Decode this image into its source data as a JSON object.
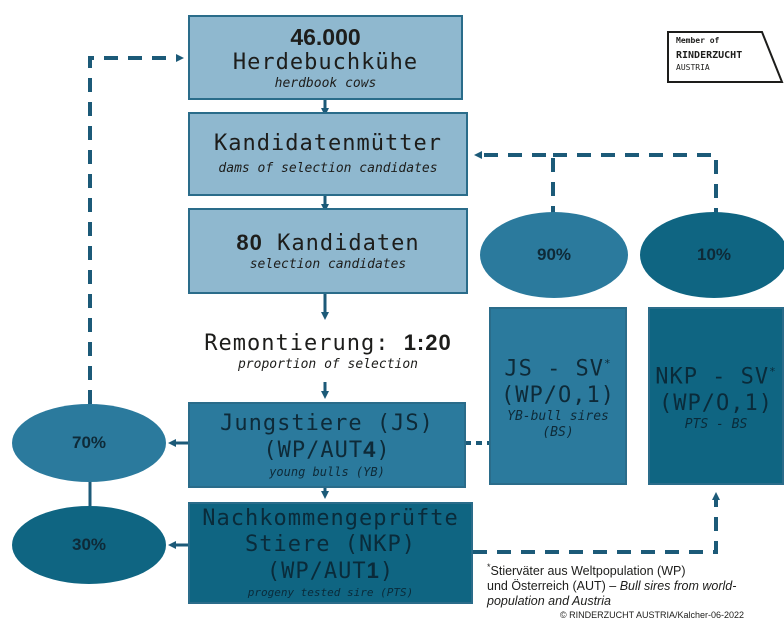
{
  "boxes": {
    "herd": {
      "number": "46.000",
      "main": "Herdebuchkühe",
      "sub": "herdbook cows"
    },
    "dams": {
      "main": "Kandidatenmütter",
      "sub": "dams of selection candidates"
    },
    "candidates": {
      "number": "80",
      "main": "Kandidaten",
      "sub": "selection candidates"
    },
    "js": {
      "main1": "Jungstiere (JS)",
      "main2a": "(WP/AUT",
      "main2b": "4",
      "main2c": ")",
      "sub": "young bulls (YB)"
    },
    "nkp": {
      "main1": "Nachkommengeprüfte",
      "main2": "Stiere (NKP)",
      "main3a": "(WP/AUT",
      "main3b": "1",
      "main3c": ")",
      "sub": "progeny tested sire (PTS)"
    },
    "jssv": {
      "main1": "JS - SV",
      "sup": "*",
      "main2": "(WP/O,1)",
      "sub1": "YB-bull sires",
      "sub2": "(BS)"
    },
    "nkpsv": {
      "main1": "NKP - SV",
      "sup": "*",
      "main2": "(WP/O,1)",
      "sub": "PTS - BS"
    }
  },
  "selection": {
    "label": "Remontierung:",
    "ratio": "1:20",
    "sub": "proportion of selection"
  },
  "circles": {
    "p90": "90%",
    "p10": "10%",
    "p70": "70%",
    "p30": "30%"
  },
  "badge": {
    "line1": "Member of",
    "line2": "RINDERZUCHT",
    "line3": "AUSTRIA"
  },
  "footnote": {
    "star": "*",
    "line1": "Stierväter aus Weltpopulation (WP)",
    "line2a": "und Österreich (AUT) – ",
    "line2b": "Bull sires from world-",
    "line3": "population and Austria",
    "credit": "© RINDERZUCHT AUSTRIA/Kalcher-06-2022"
  },
  "colors": {
    "light": "#8fb8cf",
    "mid": "#2b7a9d",
    "dark": "#0f6582",
    "arrow": "#1c5a78"
  }
}
